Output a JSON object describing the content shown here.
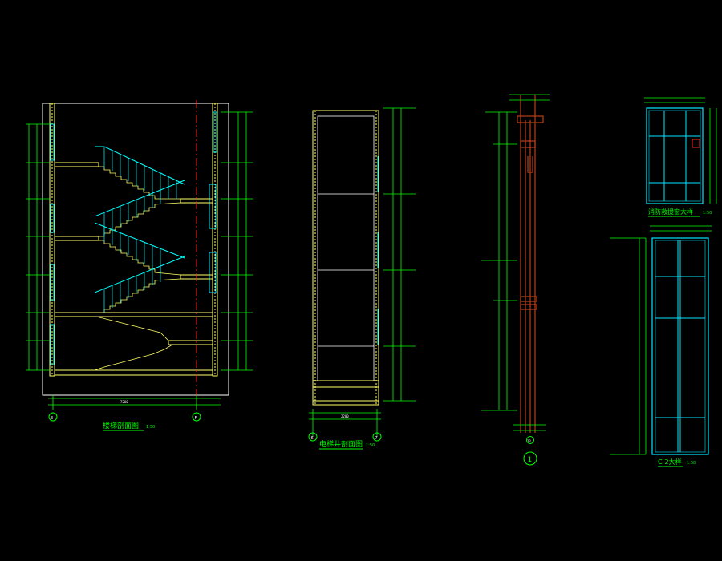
{
  "colors": {
    "background": "#000000",
    "dim": "#00ff00",
    "wall": "#ffff66",
    "glass": "#00e5ff",
    "rail": "#00ffff",
    "axis": "#ff2222",
    "pier": "#b8401a",
    "white": "#ffffff"
  },
  "sections": {
    "stair": {
      "title": "楼梯剖面图",
      "scale": "1:50",
      "axis_left": "E",
      "axis_right": "F",
      "bottom_dim": "7200"
    },
    "elevator": {
      "title": "电梯井剖面图",
      "scale": "1:50",
      "axis_left": "6",
      "axis_right": "7",
      "bottom_dim": "2200"
    },
    "pier": {
      "detail_no": "1",
      "axis": "13"
    },
    "fire_box": {
      "title": "消防救援窗大样",
      "scale": "1:50"
    },
    "door_c2": {
      "title": "C-2大样",
      "scale": "1:50"
    }
  }
}
